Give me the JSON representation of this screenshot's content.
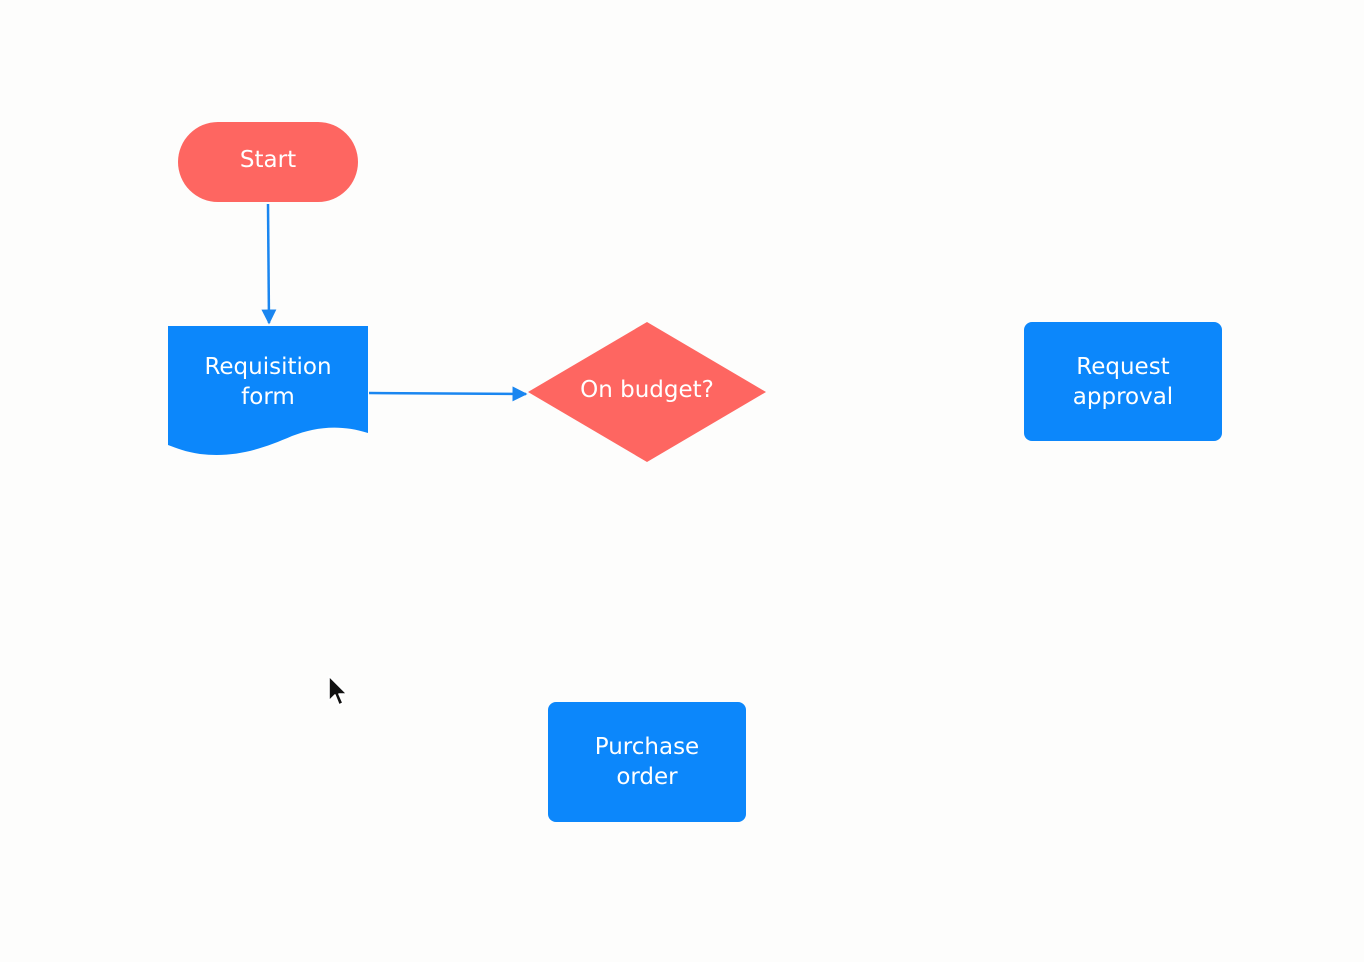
{
  "colors": {
    "background": "#fdfdfc",
    "terminal": "#fe6661",
    "process": "#0c87fb",
    "connector": "#1a86f0",
    "label_text": "#ffffff"
  },
  "nodes": {
    "start": {
      "shape": "terminal",
      "label": "Start"
    },
    "requisition_form": {
      "shape": "document",
      "label": "Requisition\nform"
    },
    "on_budget": {
      "shape": "decision",
      "label": "On budget?"
    },
    "request_approval": {
      "shape": "process",
      "label": "Request\napproval"
    },
    "purchase_order": {
      "shape": "process",
      "label": "Purchase\norder"
    }
  },
  "edges": [
    {
      "from": "start",
      "to": "requisition_form"
    },
    {
      "from": "requisition_form",
      "to": "on_budget"
    }
  ],
  "cursor": {
    "icon": "arrow-pointer-icon"
  }
}
